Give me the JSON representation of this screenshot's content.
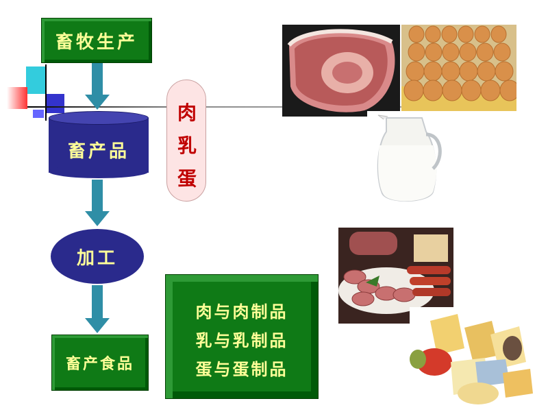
{
  "flow": {
    "top_box": "畜牧生产",
    "cylinder": "畜产品",
    "ellipse": "加工",
    "bottom_box": "畜产食品"
  },
  "pill": {
    "chars": [
      "肉",
      "乳",
      "蛋"
    ]
  },
  "products_box": {
    "lines": [
      "肉与肉制品",
      "乳与乳制品",
      "蛋与蛋制品"
    ]
  },
  "photos": [
    "meat-photo",
    "eggs-photo",
    "milk-jug-photo",
    "sausage-platter-photo",
    "cheese-photo"
  ],
  "colors": {
    "green": "#0f7a16",
    "navy": "#2a2a8c",
    "arrow": "#2f8ea6",
    "text_yellow": "#ffff99",
    "pill_fill": "#fde4e4",
    "pill_text": "#c00000"
  }
}
